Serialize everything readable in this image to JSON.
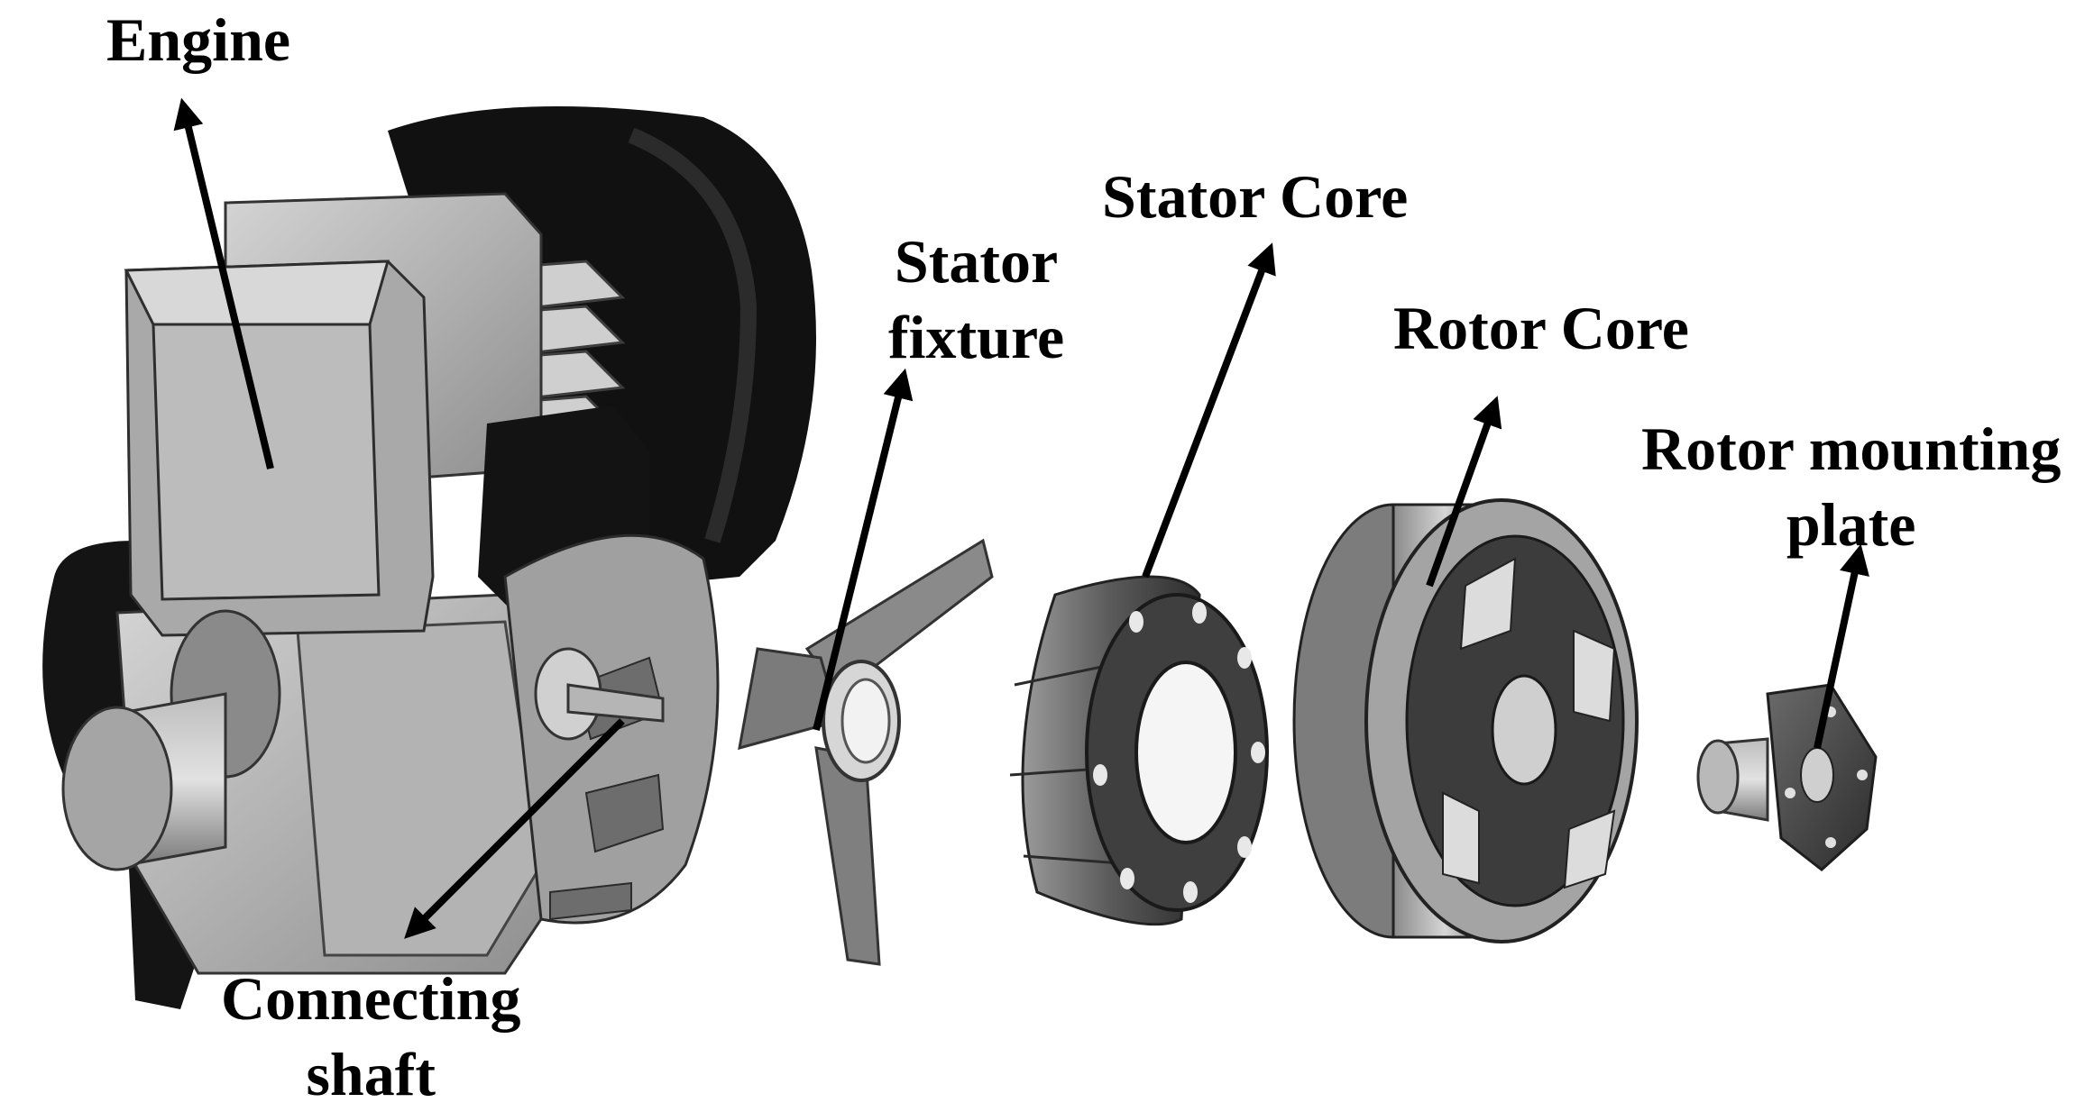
{
  "labels": {
    "engine": "Engine",
    "stator_fixture": [
      "Stator",
      "fixture"
    ],
    "stator_core": "Stator Core",
    "rotor_core": "Rotor Core",
    "rotor_mounting_plate": [
      "Rotor mounting",
      "plate"
    ],
    "connecting_shaft": [
      "Connecting",
      "shaft"
    ]
  },
  "colors": {
    "label_text": "#000000",
    "arrow": "#000000",
    "engine_black": "#121212",
    "engine_grey": "#a7a7a7",
    "metal_dark": "#3a3a3a",
    "metal_mid": "#6e6e6e",
    "metal_light": "#c9c9c9"
  }
}
